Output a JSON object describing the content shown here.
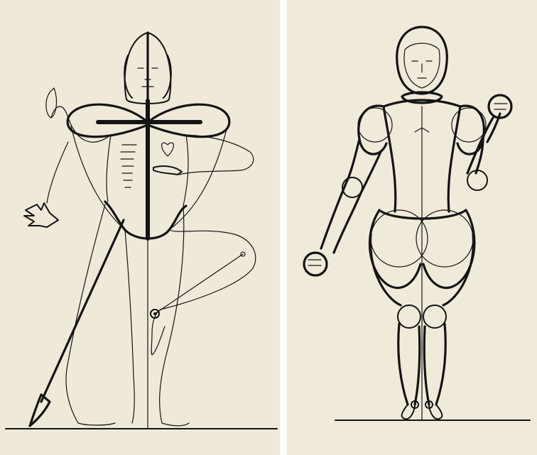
{
  "figures": [
    {
      "id": "left",
      "subject": "figure-with-cross-and-dagger"
    },
    {
      "id": "right",
      "subject": "rounded-segmented-figure"
    }
  ],
  "colors": {
    "paper": "#efe9da",
    "ink": "#141414",
    "gutter": "#ffffff"
  }
}
